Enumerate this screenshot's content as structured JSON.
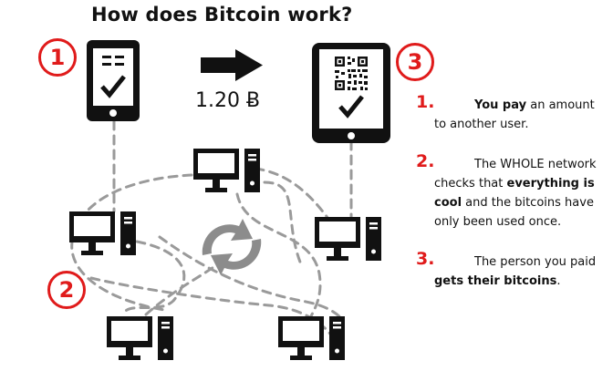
{
  "title": "How does Bitcoin work?",
  "amount": "1.20 Ƀ",
  "badges": [
    "1",
    "2",
    "3"
  ],
  "steps": [
    {
      "number": "1.",
      "bold": "You pay",
      "rest": " an amount to another user."
    },
    {
      "number": "2.",
      "pre": "The WHOLE network checks that ",
      "bold": "everything is cool",
      "rest": " and the bitcoins have only been used once."
    },
    {
      "number": "3.",
      "pre": "The person you paid ",
      "bold": "gets their bitcoins",
      "rest": "."
    }
  ],
  "colors": {
    "accent": "#e01b1b",
    "ink": "#111111",
    "dash": "#999999",
    "sync": "#8c8c8c"
  },
  "icons": [
    "phone-checkmark-icon",
    "arrow-right-icon",
    "tablet-qr-checkmark-icon",
    "computer-icon",
    "sync-arrows-icon"
  ]
}
